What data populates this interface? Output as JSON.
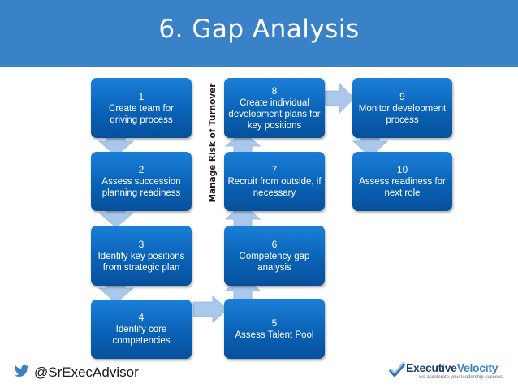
{
  "header": {
    "title": "6. Gap Analysis"
  },
  "side_label": "Manage Risk of Turnover",
  "steps": [
    {
      "num": "1",
      "text": "Create team for driving process"
    },
    {
      "num": "2",
      "text": "Assess succession planning readiness"
    },
    {
      "num": "3",
      "text": "Identify key positions from strategic plan"
    },
    {
      "num": "4",
      "text": "Identify core competencies"
    },
    {
      "num": "5",
      "text": "Assess Talent Pool"
    },
    {
      "num": "6",
      "text": "Competency gap analysis"
    },
    {
      "num": "7",
      "text": "Recruit from outside, if necessary"
    },
    {
      "num": "8",
      "text": "Create individual development plans for key positions"
    },
    {
      "num": "9",
      "text": "Monitor development process"
    },
    {
      "num": "10",
      "text": "Assess readiness for next role"
    }
  ],
  "footer": {
    "handle": "@SrExecAdvisor",
    "logo_name_a": "Executive",
    "logo_name_b": "Velocity",
    "logo_tagline": "we accelerate your leadership success"
  },
  "colors": {
    "header": "#3a82c8",
    "box": "#0a62b6",
    "arrow": "#a9c8ea"
  },
  "icons": {
    "twitter": "twitter-bird-icon",
    "logo": "executive-velocity-logo"
  }
}
